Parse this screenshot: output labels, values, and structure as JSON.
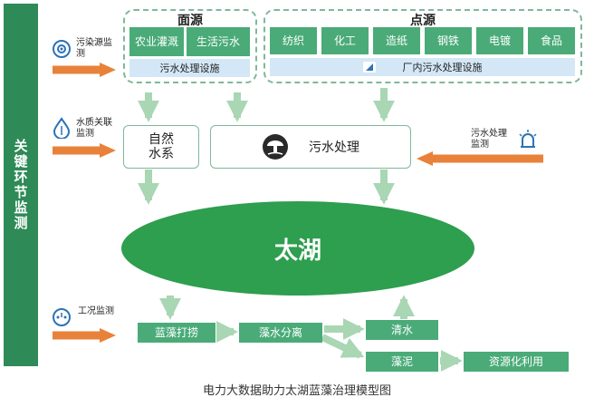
{
  "side_bar": {
    "label": "关键环节监测"
  },
  "monitors": {
    "pollution_source": "污染源监测",
    "water_quality": "水质关联监测",
    "condition": "工况监测",
    "sewage_treatment": "污水处理监测"
  },
  "area_source": {
    "title": "面源",
    "items": [
      "农业灌溉",
      "生活污水"
    ],
    "facility": "污水处理设施"
  },
  "point_source": {
    "title": "点源",
    "items": [
      "纺织",
      "化工",
      "造纸",
      "钢铁",
      "电镀",
      "食品"
    ],
    "facility": "厂内污水处理设施"
  },
  "nodes": {
    "natural_water": "自然水系",
    "sewage_treatment": "污水处理",
    "lake": "太湖",
    "salvage": "蓝藻打捞",
    "separation": "藻水分离",
    "clean_water": "清水",
    "algae_mud": "藻泥",
    "recycling": "资源化利用"
  },
  "caption": "电力大数据助力太湖蓝藻治理模型图",
  "colors": {
    "sidebar": "#2e8a57",
    "box_green": "#4aab78",
    "arrow_green": "#a9d6b3",
    "arrow_orange": "#e8823a",
    "lake": "#2e9e4f",
    "facility_bar": "#d4e7f6"
  },
  "icons": [
    "target-icon",
    "water-drop-icon",
    "gauge-icon",
    "alarm-light-icon",
    "mushroom-treatment-icon"
  ]
}
